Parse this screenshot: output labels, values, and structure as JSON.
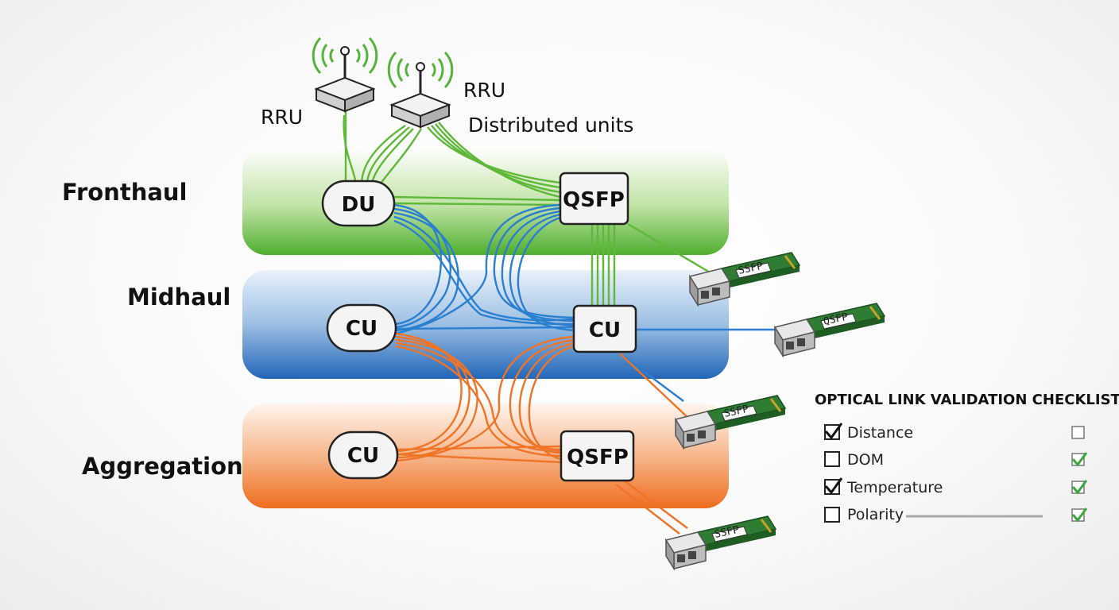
{
  "colors": {
    "fronthaul": "#5fb83a",
    "midhaul": "#2f7fc8",
    "aggregation": "#f07a2c",
    "check_green": "#3aa83a"
  },
  "top": {
    "rru_left": "RRU",
    "rru_right": "RRU",
    "distributed_units": "Distributed units"
  },
  "layers": {
    "fronthaul": "Fronthaul",
    "midhaul": "Midhaul",
    "aggregation": "Aggregation"
  },
  "nodes": {
    "du": "DU",
    "qsfp_fronthaul": "QSFP",
    "cu_midhaul_left": "CU",
    "cu_midhaul_right": "CU",
    "cu_aggregation": "CU",
    "qsfp_aggregation": "QSFP"
  },
  "modules": [
    {
      "label": "SSFP",
      "icon": "transceiver-module-icon"
    },
    {
      "label": "QSFP",
      "icon": "transceiver-module-icon"
    },
    {
      "label": "SSFP",
      "icon": "transceiver-module-icon"
    },
    {
      "label": "SSFP",
      "icon": "transceiver-module-icon"
    }
  ],
  "checklist": {
    "title": "OPTICAL LINK VALIDATION CHECKLIST",
    "items": [
      {
        "label": "Distance",
        "left_checked": true,
        "right_checked": false
      },
      {
        "label": "DOM",
        "left_checked": false,
        "right_checked": true
      },
      {
        "label": "Temperature",
        "left_checked": true,
        "right_checked": true
      },
      {
        "label": "Polarity",
        "left_checked": false,
        "right_checked": true
      }
    ]
  }
}
